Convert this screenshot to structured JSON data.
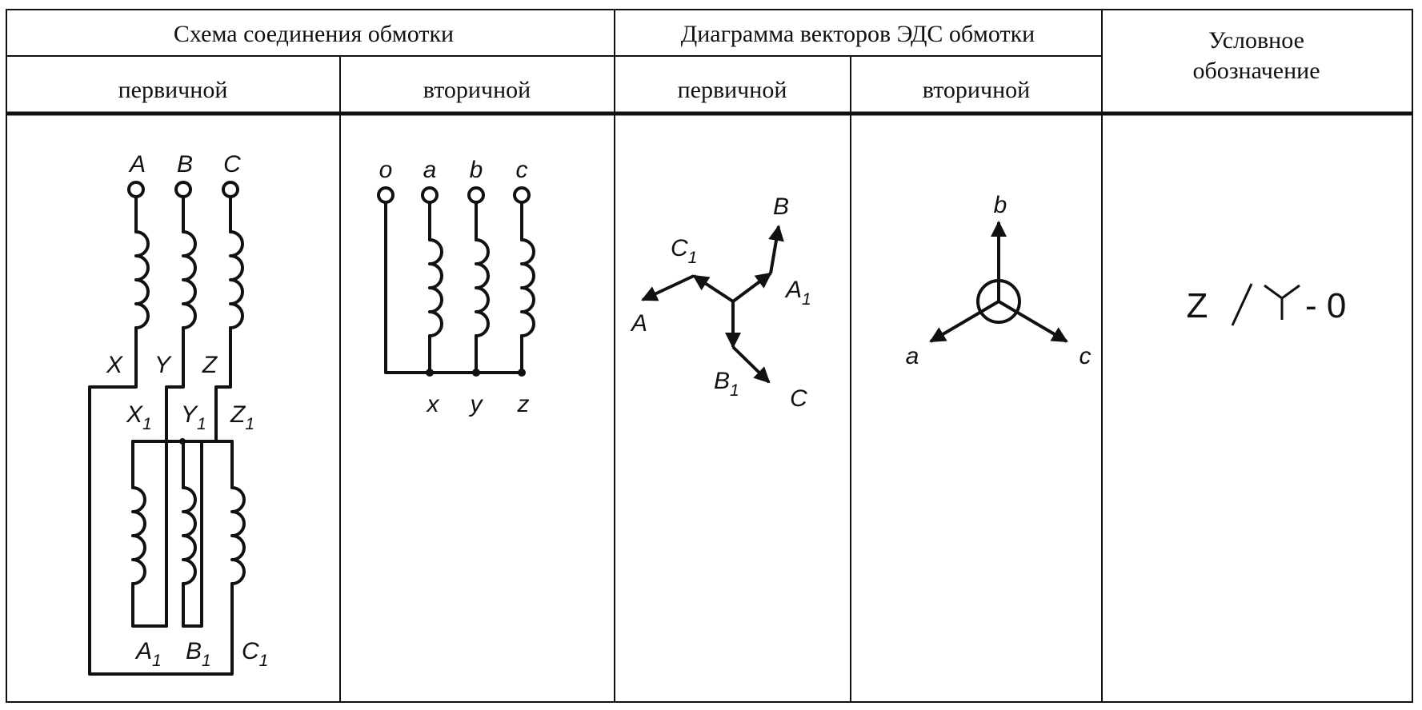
{
  "headers": {
    "scheme": "Схема соединения обмотки",
    "diagram": "Диаграмма векторов ЭДС обмотки",
    "designation_line1": "Условное",
    "designation_line2": "обозначение",
    "primary": "первичной",
    "secondary": "вторичной"
  },
  "primary_scheme": {
    "top_terminals": [
      "A",
      "B",
      "C"
    ],
    "mid_ends": [
      "X",
      "Y",
      "Z"
    ],
    "second_group_starts": [
      {
        "main": "X",
        "sub": "1"
      },
      {
        "main": "Y",
        "sub": "1"
      },
      {
        "main": "Z",
        "sub": "1"
      }
    ],
    "bottom_ends": [
      {
        "main": "A",
        "sub": "1"
      },
      {
        "main": "B",
        "sub": "1"
      },
      {
        "main": "C",
        "sub": "1"
      }
    ]
  },
  "secondary_scheme": {
    "top_terminals": [
      "o",
      "a",
      "b",
      "c"
    ],
    "bottom_ends": [
      "x",
      "y",
      "z"
    ]
  },
  "primary_vectors": {
    "labels": {
      "A": "A",
      "B": "B",
      "C": "C",
      "A1": {
        "main": "A",
        "sub": "1"
      },
      "B1": {
        "main": "B",
        "sub": "1"
      },
      "C1": {
        "main": "C",
        "sub": "1"
      }
    }
  },
  "secondary_vectors": {
    "labels": [
      "a",
      "b",
      "c"
    ]
  },
  "designation": {
    "symbol_left": "Z",
    "symbol_right": "- 0"
  },
  "colors": {
    "ink": "#111111",
    "background": "#ffffff"
  }
}
